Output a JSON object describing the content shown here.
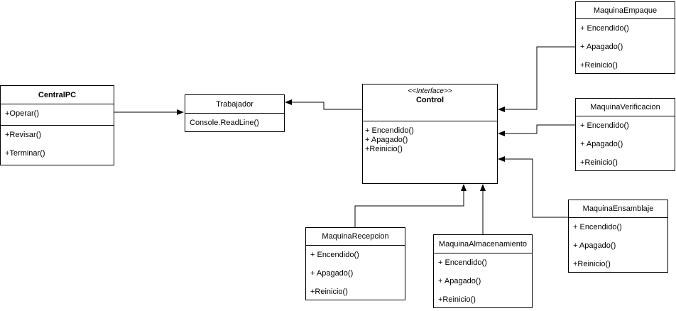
{
  "classes": {
    "central_pc": {
      "name": "CentralPC",
      "methods_a": [
        "+Operar()"
      ],
      "methods_b": [
        "+Revisar()",
        "+Terminar()"
      ]
    },
    "trabajador": {
      "name": "Trabajador",
      "members": [
        "Console.ReadLine()"
      ]
    },
    "control": {
      "stereotype": "<<Interface>>",
      "name": "Control",
      "methods": [
        "+ Encendido()",
        "+ Apagado()",
        "+Reinicio()"
      ]
    },
    "maquina_empaque": {
      "name": "MaquinaEmpaque",
      "methods": [
        "+ Encendido()",
        "+ Apagado()",
        "+Reinicio()"
      ]
    },
    "maquina_verificacion": {
      "name": "MaquinaVerificacion",
      "methods": [
        "+ Encendido()",
        "+ Apagado()",
        "+Reinicio()"
      ]
    },
    "maquina_ensamblaje": {
      "name": "MaquinaEnsamblaje",
      "methods": [
        "+ Encendido()",
        "+ Apagado()",
        "+Reinicio()"
      ]
    },
    "maquina_recepcion": {
      "name": "MaquinaRecepcion",
      "methods": [
        "+ Encendido()",
        "+ Apagado()",
        "+Reinicio()"
      ]
    },
    "maquina_almacenamiento": {
      "name": "MaquinaAlmacenamiento",
      "methods": [
        "+ Encendido()",
        "+ Apagado()",
        "+Reinicio()"
      ]
    }
  },
  "colors": {
    "line": "#000000",
    "box_border": "#000000",
    "background": "#ffffff"
  }
}
